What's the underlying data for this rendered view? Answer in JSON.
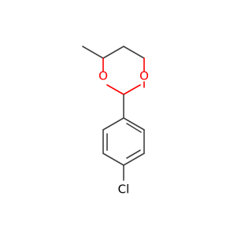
{
  "molecule": {
    "atoms": [
      {
        "id": "o1",
        "symbol": "O",
        "color": "#ff0000"
      },
      {
        "id": "o2",
        "symbol": "O",
        "color": "#ff0000"
      },
      {
        "id": "cl",
        "symbol": "Cl",
        "color": "#000000"
      }
    ],
    "bond_color": "#404040"
  }
}
